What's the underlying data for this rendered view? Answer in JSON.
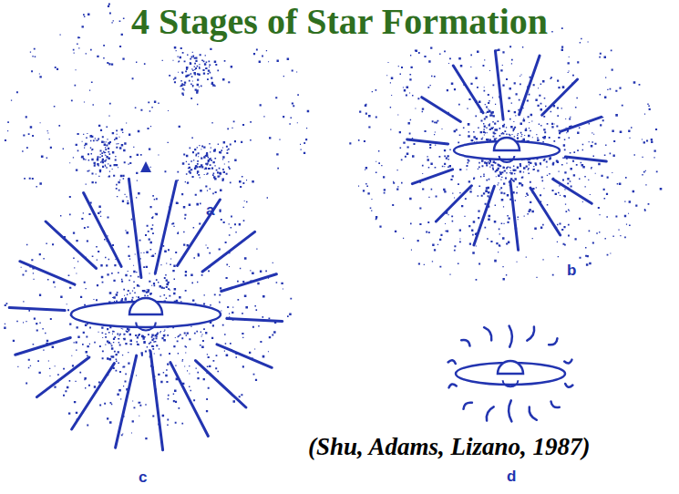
{
  "diagram": {
    "title": "4 Stages of Star Formation",
    "labels": [
      "a",
      "b",
      "c",
      "d",
      "(Shu, Adams, Lizano, 1987)"
    ]
  }
}
